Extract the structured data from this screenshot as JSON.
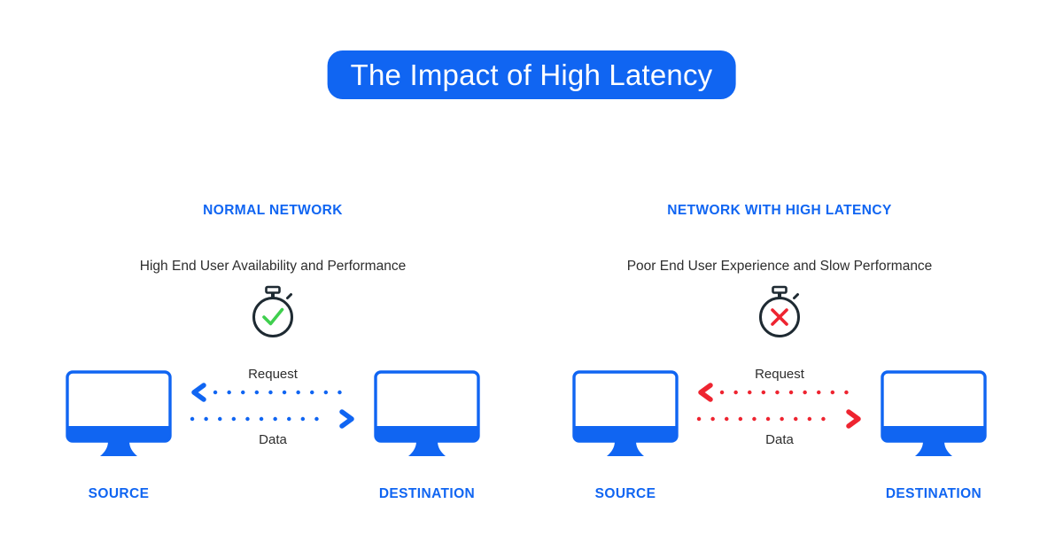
{
  "title": {
    "text": "The Impact of High Latency"
  },
  "colors": {
    "accent_blue": "#1065F2",
    "alert_red": "#EE2430",
    "success_green": "#3FCF4E",
    "outline_dark": "#1E2A32",
    "body_text": "#2D2D2D",
    "background": "#FFFFFF"
  },
  "panels": [
    {
      "header": "NORMAL NETWORK",
      "subtitle": "High End User Availability and Performance",
      "status_icon": "stopwatch-check-icon",
      "arrow_color": "#1065F2",
      "request_label": "Request",
      "data_label": "Data",
      "source_label": "SOURCE",
      "destination_label": "DESTINATION"
    },
    {
      "header": "NETWORK WITH HIGH LATENCY",
      "subtitle": "Poor End User Experience and Slow Performance",
      "status_icon": "stopwatch-cross-icon",
      "arrow_color": "#EE2430",
      "request_label": "Request",
      "data_label": "Data",
      "source_label": "SOURCE",
      "destination_label": "DESTINATION"
    }
  ]
}
